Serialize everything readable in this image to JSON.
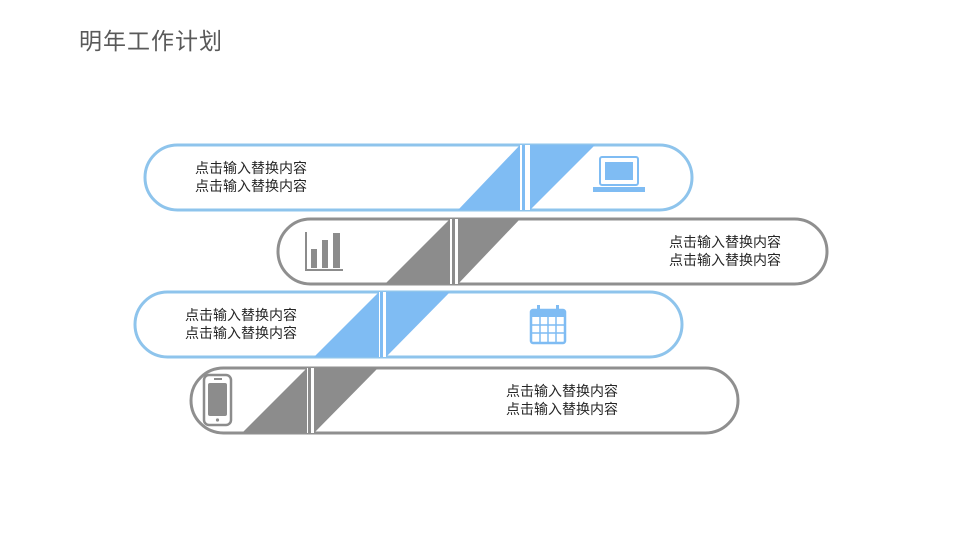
{
  "title": "明年工作计划",
  "colors": {
    "blue": "#7fbcf3",
    "blue_border": "#8ec4ec",
    "gray": "#8c8c8c",
    "gray_border": "#8f8f8f"
  },
  "rows": [
    {
      "line1": "点击输入替换内容",
      "line2": "点击输入替换内容",
      "icon": "laptop-icon",
      "color": "blue"
    },
    {
      "line1": "点击输入替换内容",
      "line2": "点击输入替换内容",
      "icon": "bar-chart-icon",
      "color": "gray"
    },
    {
      "line1": "点击输入替换内容",
      "line2": "点击输入替换内容",
      "icon": "calendar-icon",
      "color": "blue"
    },
    {
      "line1": "点击输入替换内容",
      "line2": "点击输入替换内容",
      "icon": "mobile-phone-icon",
      "color": "gray"
    }
  ]
}
